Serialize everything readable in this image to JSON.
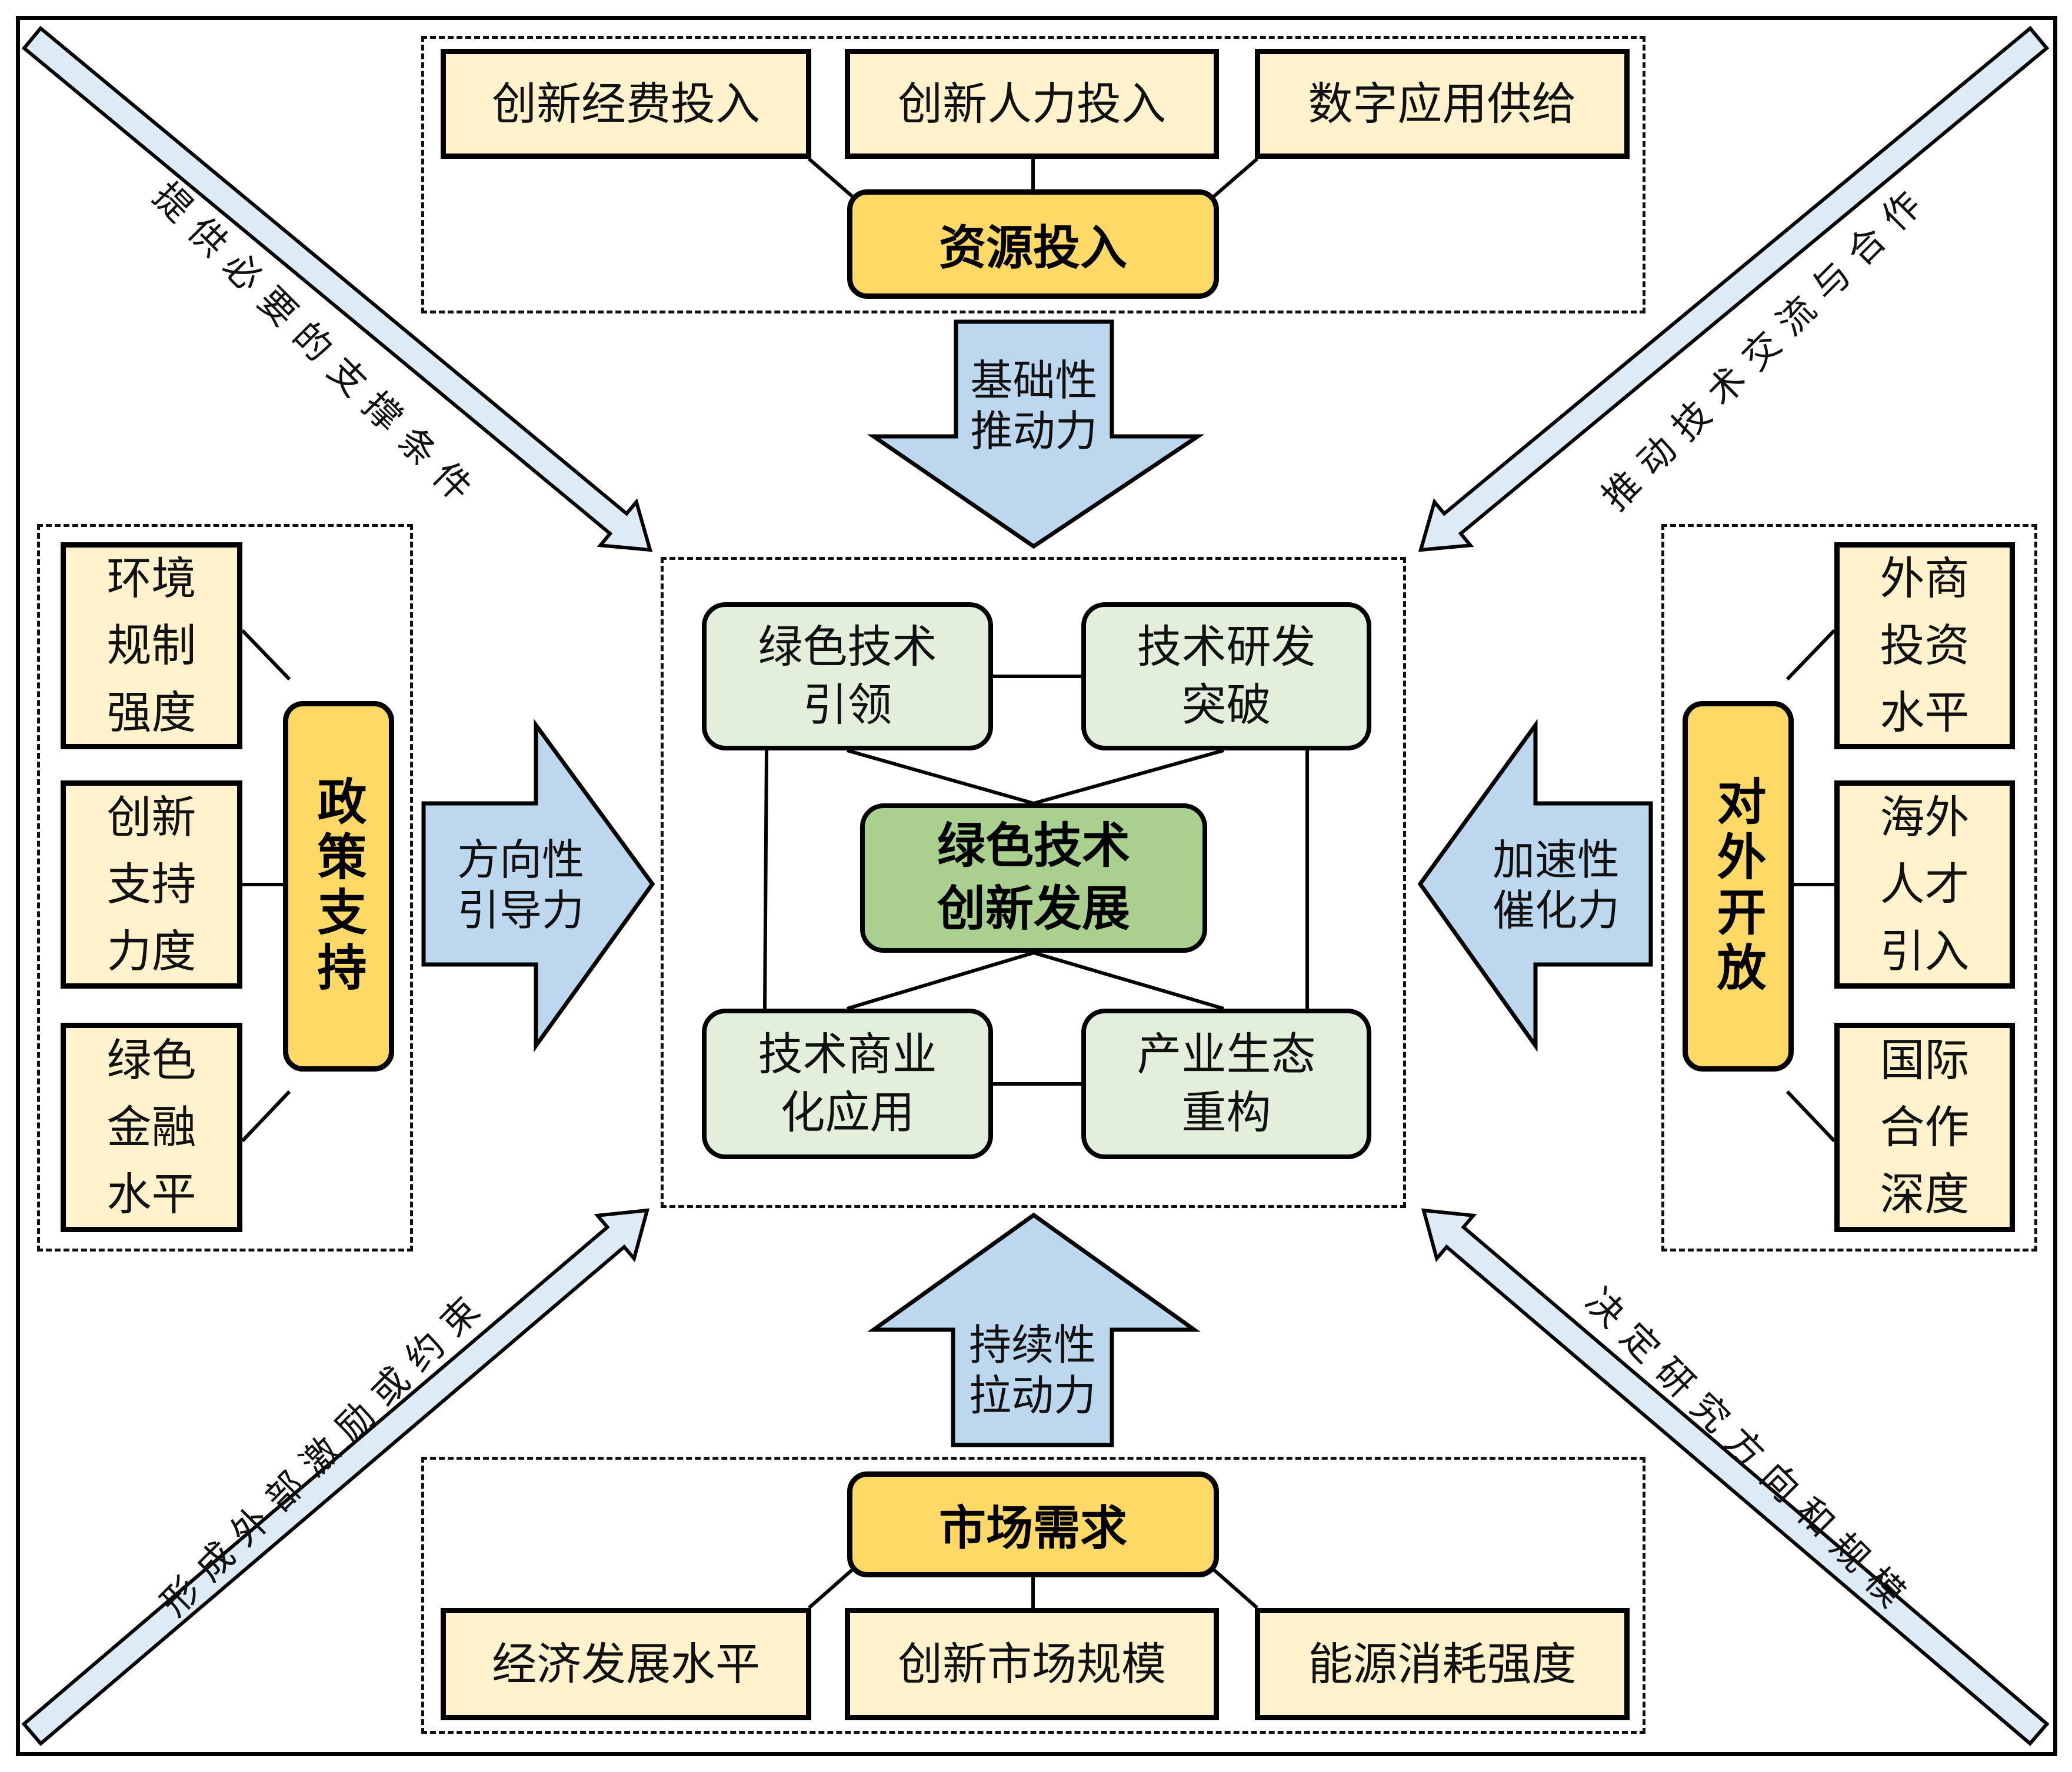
{
  "title": "绿色技术创新发展驱动机制",
  "colors": {
    "factor_fill": "#fff2cc",
    "hub_fill": "#ffd966",
    "node_fill": "#e2efda",
    "core_fill": "#a9d08e",
    "arrow_fill": "#bdd7ee",
    "diag_arrow_fill": "#ddebf7",
    "stroke": "#000000"
  },
  "top": {
    "hub": "资源投入",
    "factors": [
      "创新经费投入",
      "创新人力投入",
      "数字应用供给"
    ],
    "arrow_label": "基础性\n推动力"
  },
  "left": {
    "hub": "政策支持",
    "factors": [
      "环境\n规制\n强度",
      "创新\n支持\n力度",
      "绿色\n金融\n水平"
    ],
    "arrow_label": "方向性\n引导力"
  },
  "right": {
    "hub": "对外开放",
    "factors": [
      "外商\n投资\n水平",
      "海外\n人才\n引入",
      "国际\n合作\n深度"
    ],
    "arrow_label": "加速性\n催化力"
  },
  "bottom": {
    "hub": "市场需求",
    "factors": [
      "经济发展水平",
      "创新市场规模",
      "能源消耗强度"
    ],
    "arrow_label": "持续性\n拉动力"
  },
  "center": {
    "core": "绿色技术\n创新发展",
    "nodes": [
      "绿色技术\n引领",
      "技术研发\n突破",
      "技术商业\n化应用",
      "产业生态\n重构"
    ]
  },
  "diagonals": {
    "top_left": "提供必要的支撑条件",
    "top_right": "推动技术交流与合作",
    "bottom_left": "形成外部激励或约束",
    "bottom_right": "决定研究方向和规模"
  }
}
